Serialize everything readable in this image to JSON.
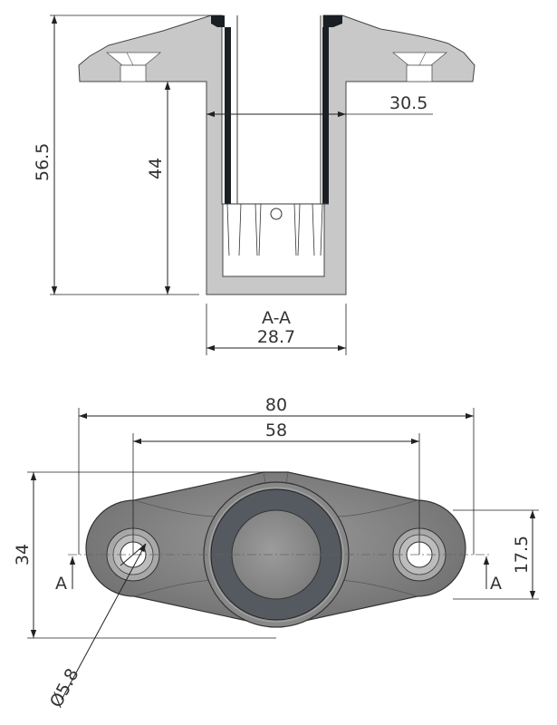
{
  "section_view": {
    "section_label": "A-A",
    "dimensions": {
      "overall_height": "56.5",
      "body_height": "44",
      "inner_diameter": "30.5",
      "outer_diameter": "28.7"
    }
  },
  "plan_view": {
    "dimensions": {
      "overall_length": "80",
      "hole_spacing": "58",
      "overall_width": "34",
      "offset": "17.5",
      "hole_diameter": "Ø5.8"
    },
    "section_markers": [
      "A",
      "A"
    ]
  },
  "colors": {
    "section_fill": "#c8c8c8",
    "liner": "#1a1f24",
    "body_shade": "#7e7e7e",
    "ring": "#555a60",
    "bore": "#8a8a8a"
  }
}
